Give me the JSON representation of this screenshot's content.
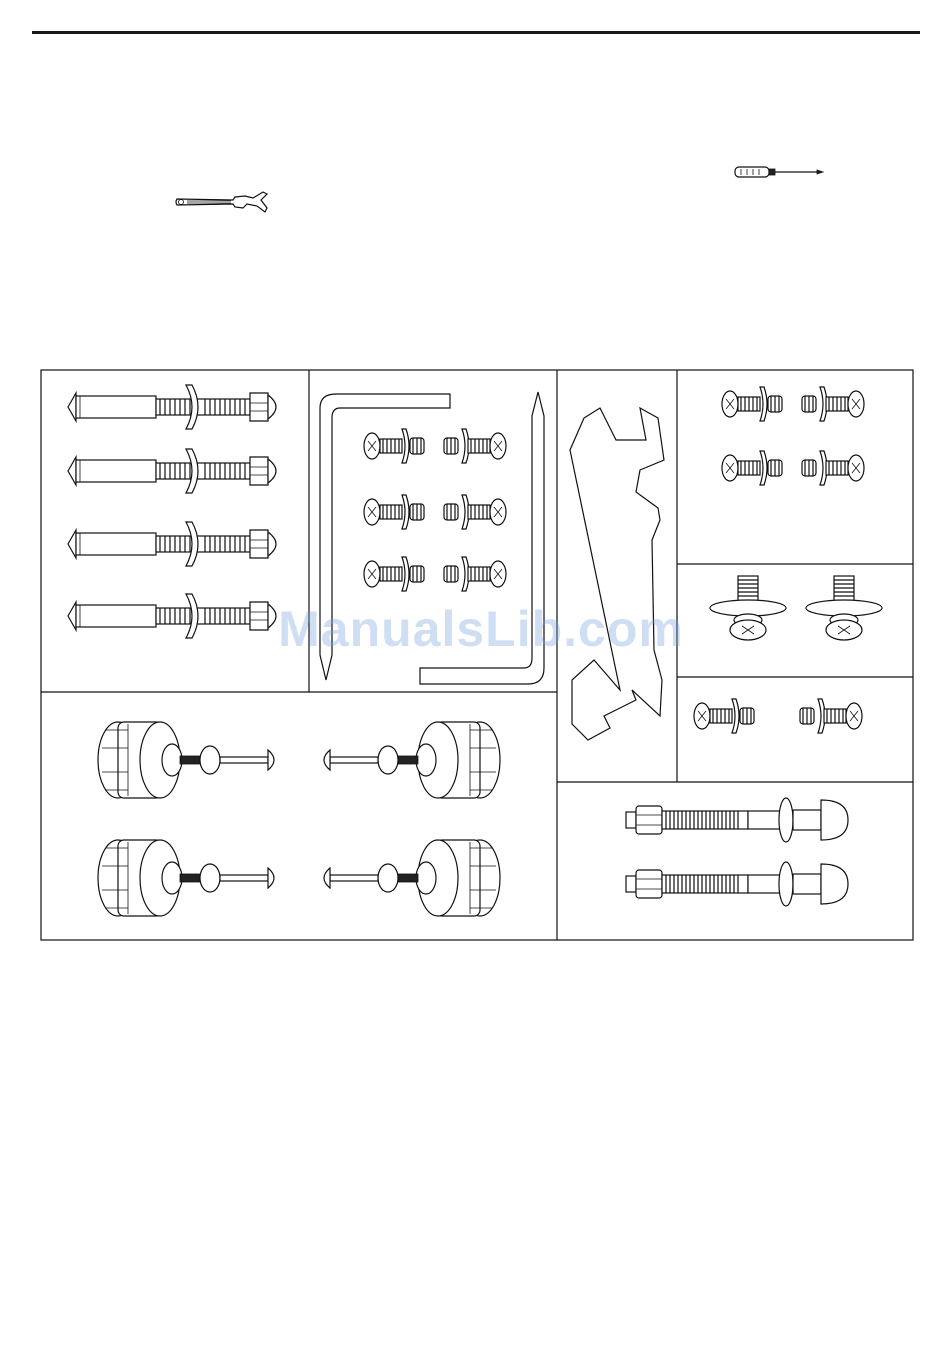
{
  "header": {
    "rule": "top-rule"
  },
  "tools": [
    {
      "icon": "adjustable-wrench-icon"
    },
    {
      "icon": "screwdriver-icon"
    }
  ],
  "parts_panels": [
    {
      "icon": "long-bolt-with-cap-nut-icon",
      "count": 4
    },
    {
      "icon": "allen-key-icon",
      "count": 2
    },
    {
      "icon": "small-screw-set-icon",
      "count": 6
    },
    {
      "icon": "flat-spanner-icon",
      "count": 1
    },
    {
      "icon": "screw-with-washer-icon",
      "count": 4
    },
    {
      "icon": "screw-with-large-washer-icon",
      "count": 2
    },
    {
      "icon": "medium-screw-icon",
      "count": 2
    },
    {
      "icon": "knob-with-bolt-icon",
      "count": 4
    },
    {
      "icon": "carriage-bolt-with-nut-icon",
      "count": 2
    }
  ],
  "watermark": "ManualsLib.com",
  "colors": {
    "line": "#111111",
    "watermark": "#78a0dc"
  }
}
